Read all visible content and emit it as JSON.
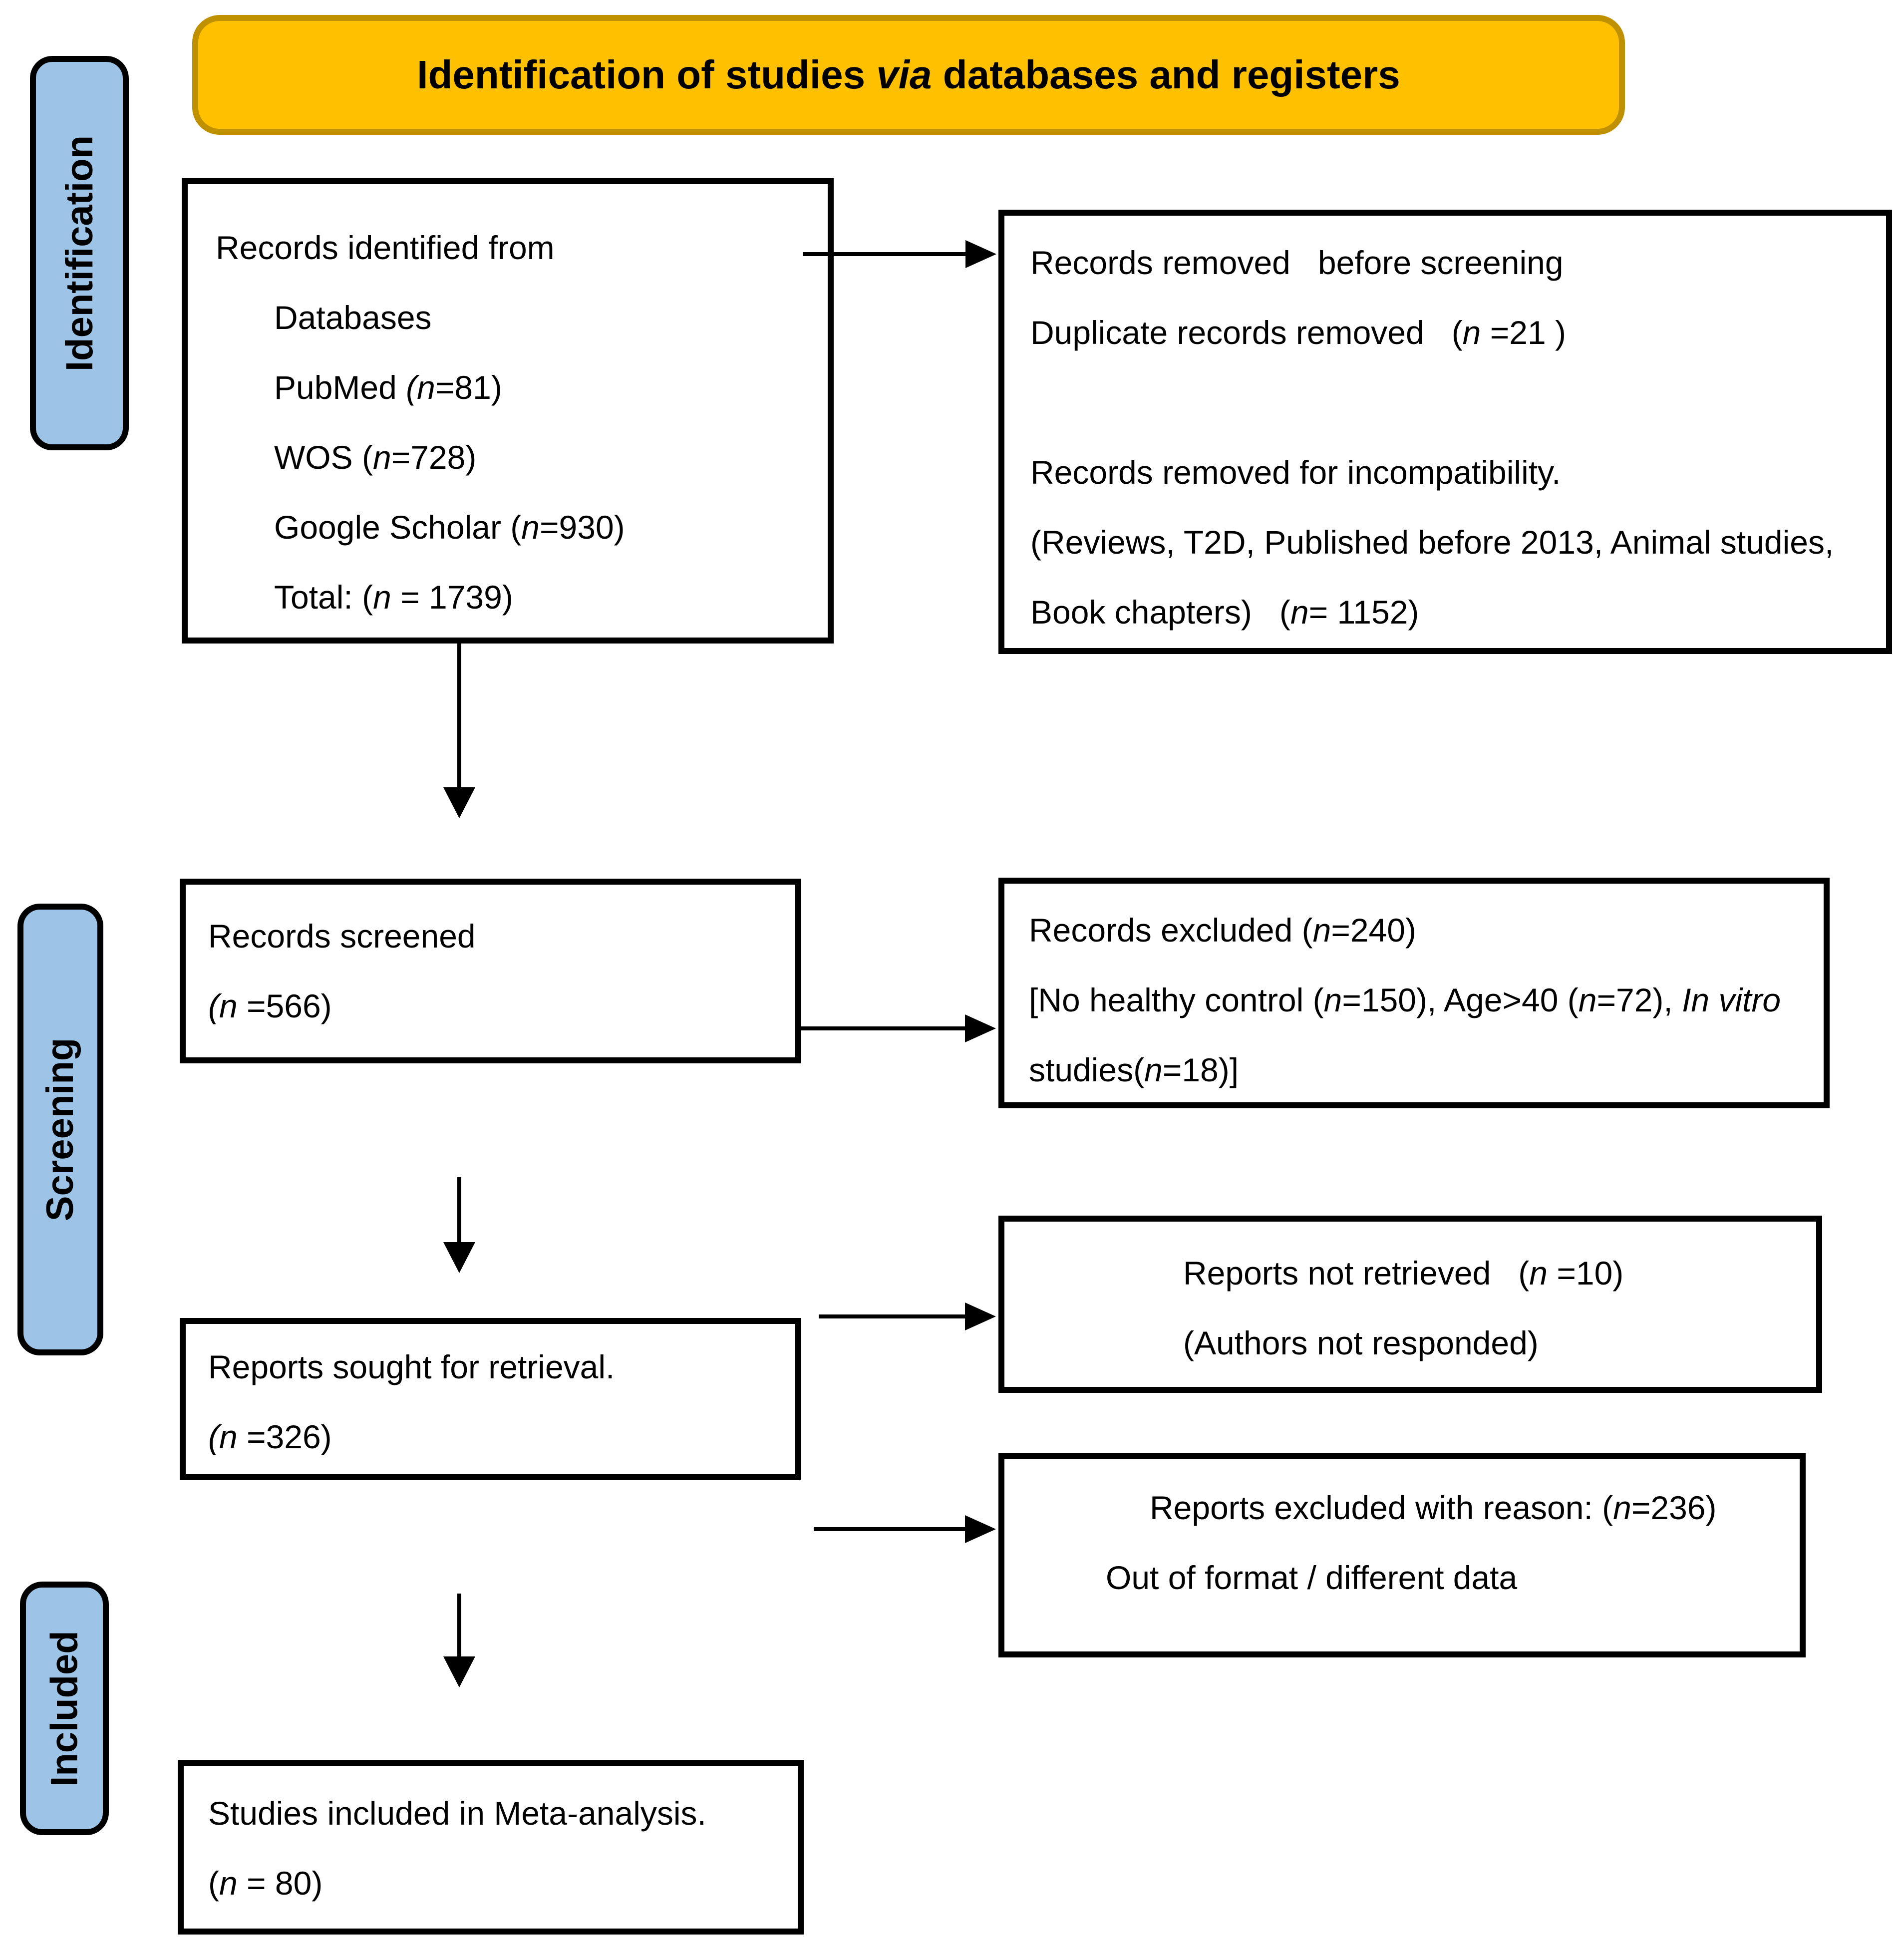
{
  "colors": {
    "banner_bg": "#FFC000",
    "banner_border": "#BF9000",
    "sidebar_bg": "#9DC3E6",
    "sidebar_border": "#000000",
    "box_border": "#000000",
    "text": "#000000",
    "arrow": "#000000"
  },
  "banner": {
    "segments": [
      {
        "t": "Identification of studies "
      },
      {
        "t": "via",
        "i": true
      },
      {
        "t": " databases and registers"
      }
    ]
  },
  "sidebar": {
    "stages": [
      {
        "label": "Identification"
      },
      {
        "label": "Screening"
      },
      {
        "label": "Included"
      }
    ]
  },
  "boxes": {
    "records_identified": {
      "lines": [
        [
          {
            "t": "Records identified from"
          }
        ],
        [
          {
            "t": "Databases"
          }
        ],
        [
          {
            "t": "PubMed "
          },
          {
            "t": "(n",
            "i": true
          },
          {
            "t": "=81)"
          }
        ],
        [
          {
            "t": "WOS ("
          },
          {
            "t": "n",
            "i": true
          },
          {
            "t": "=728)"
          }
        ],
        [
          {
            "t": "Google Scholar ("
          },
          {
            "t": "n",
            "i": true
          },
          {
            "t": "=930)"
          }
        ],
        [
          {
            "t": "Total: ("
          },
          {
            "t": "n",
            "i": true
          },
          {
            "t": " = 1739)"
          }
        ]
      ]
    },
    "records_removed": {
      "lines": [
        [
          {
            "t": "Records removed   before screening"
          }
        ],
        [
          {
            "t": "Duplicate records removed   ("
          },
          {
            "t": "n",
            "i": true
          },
          {
            "t": " =21 )"
          }
        ],
        [],
        [
          {
            "t": "Records removed for incompatibility."
          }
        ],
        [
          {
            "t": "(Reviews, T2D, Published before 2013, Animal studies,"
          }
        ],
        [
          {
            "t": "Book chapters)   ("
          },
          {
            "t": "n",
            "i": true
          },
          {
            "t": "= 1152)"
          }
        ]
      ]
    },
    "records_screened": {
      "lines": [
        [
          {
            "t": "Records screened"
          }
        ],
        [
          {
            "t": "(n",
            "i": true
          },
          {
            "t": " =566)"
          }
        ]
      ]
    },
    "records_excluded": {
      "lines": [
        [
          {
            "t": "Records excluded ("
          },
          {
            "t": "n",
            "i": true
          },
          {
            "t": "=240)"
          }
        ],
        [
          {
            "t": "[No healthy control ("
          },
          {
            "t": "n",
            "i": true
          },
          {
            "t": "=150), Age>40 ("
          },
          {
            "t": "n",
            "i": true
          },
          {
            "t": "=72), "
          },
          {
            "t": "In vitro",
            "i": true
          }
        ],
        [
          {
            "t": "studies("
          },
          {
            "t": "n",
            "i": true
          },
          {
            "t": "=18)]"
          }
        ]
      ]
    },
    "reports_not_retrieved": {
      "lines": [
        [
          {
            "t": "Reports not retrieved   ("
          },
          {
            "t": "n",
            "i": true
          },
          {
            "t": " =10)"
          }
        ],
        [
          {
            "t": "(Authors not responded)"
          }
        ]
      ]
    },
    "reports_sought": {
      "lines": [
        [
          {
            "t": "Reports sought for retrieval."
          }
        ],
        [
          {
            "t": "(n",
            "i": true
          },
          {
            "t": " =326)"
          }
        ]
      ]
    },
    "reports_excluded": {
      "lines": [
        [
          {
            "t": "Reports excluded with reason: ("
          },
          {
            "t": "n",
            "i": true
          },
          {
            "t": "=236)"
          }
        ],
        [
          {
            "t": "Out of format / different data"
          }
        ]
      ]
    },
    "studies_included": {
      "lines": [
        [
          {
            "t": "Studies included in Meta-analysis."
          }
        ],
        [
          {
            "t": "("
          },
          {
            "t": "n",
            "i": true
          },
          {
            "t": " = 80)"
          }
        ]
      ]
    }
  }
}
